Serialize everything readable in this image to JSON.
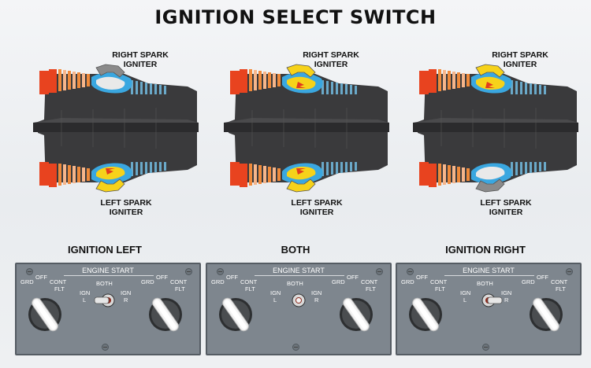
{
  "title": "IGNITION SELECT SWITCH",
  "engines": [
    {
      "top_label": [
        "RIGHT SPARK",
        "IGNITER"
      ],
      "bottom_label": [
        "LEFT SPARK",
        "IGNITER"
      ],
      "right_igniter_active": false,
      "left_igniter_active": true
    },
    {
      "top_label": [
        "RIGHT SPARK",
        "IGNITER"
      ],
      "bottom_label": [
        "LEFT SPARK",
        "IGNITER"
      ],
      "right_igniter_active": true,
      "left_igniter_active": true
    },
    {
      "top_label": [
        "RIGHT SPARK",
        "IGNITER"
      ],
      "bottom_label": [
        "LEFT SPARK",
        "IGNITER"
      ],
      "right_igniter_active": true,
      "left_igniter_active": false
    }
  ],
  "panels": [
    {
      "section_label": "IGNITION LEFT",
      "panel_title": "ENGINE START",
      "knob_positions": [
        "GRD",
        "OFF",
        "CONT",
        "FLT"
      ],
      "ign_labels": {
        "both": "BOTH",
        "ign_l_1": "IGN",
        "ign_l_2": "L",
        "ign_r_1": "IGN",
        "ign_r_2": "R"
      },
      "ign_selection": "L"
    },
    {
      "section_label": "BOTH",
      "panel_title": "ENGINE START",
      "knob_positions": [
        "GRD",
        "OFF",
        "CONT",
        "FLT"
      ],
      "ign_labels": {
        "both": "BOTH",
        "ign_l_1": "IGN",
        "ign_l_2": "L",
        "ign_r_1": "IGN",
        "ign_r_2": "R"
      },
      "ign_selection": "BOTH"
    },
    {
      "section_label": "IGNITION RIGHT",
      "panel_title": "ENGINE START",
      "knob_positions": [
        "GRD",
        "OFF",
        "CONT",
        "FLT"
      ],
      "ign_labels": {
        "both": "BOTH",
        "ign_l_1": "IGN",
        "ign_l_2": "L",
        "ign_r_1": "IGN",
        "ign_r_2": "R"
      },
      "ign_selection": "R"
    }
  ],
  "colors": {
    "engine_body": "#3a3a3c",
    "fan_red": "#e8431f",
    "compressor_orange": "#f08a3a",
    "flame_yellow": "#f6d21a",
    "airflow_blue": "#3aa7e0",
    "igniter_inactive": "#8a8a8a",
    "panel_gray": "#7e868e"
  }
}
